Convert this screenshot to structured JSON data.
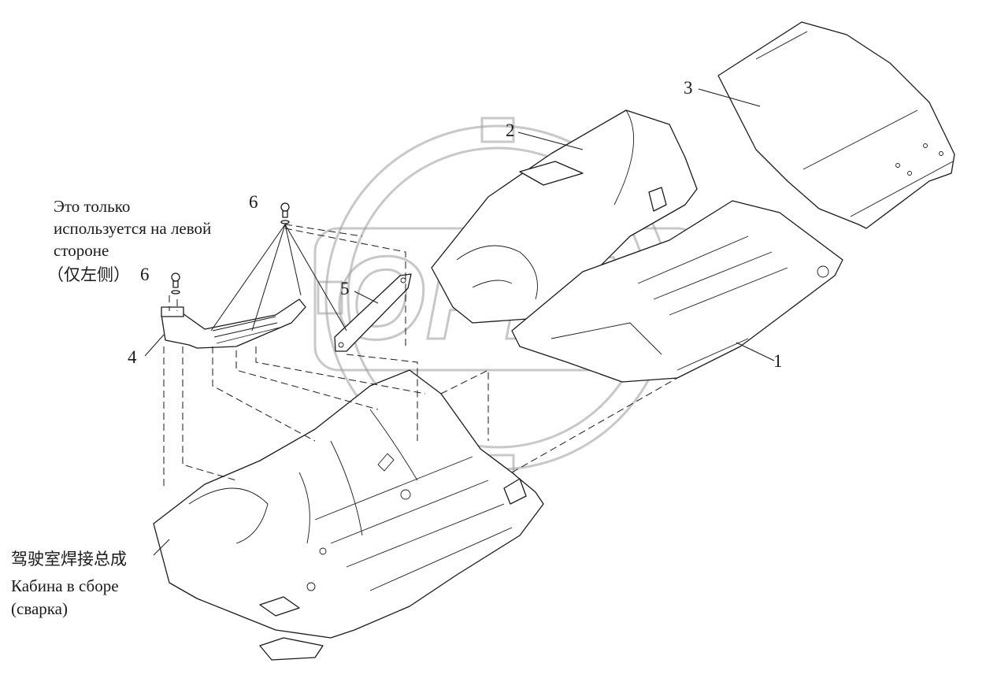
{
  "callouts": {
    "p1": "1",
    "p2": "2",
    "p3": "3",
    "p4": "4",
    "p5": "5",
    "p6a": "6",
    "p6b": "6"
  },
  "note": {
    "line1": "Это только",
    "line2": "используется на левой",
    "line3": "стороне",
    "line4_cn": "（仅左侧）"
  },
  "cab": {
    "cn": "驾驶室焊接总成",
    "ru1": "Кабина в сборе",
    "ru2": "(сварка)"
  },
  "watermark": {
    "text": "OPEX"
  }
}
